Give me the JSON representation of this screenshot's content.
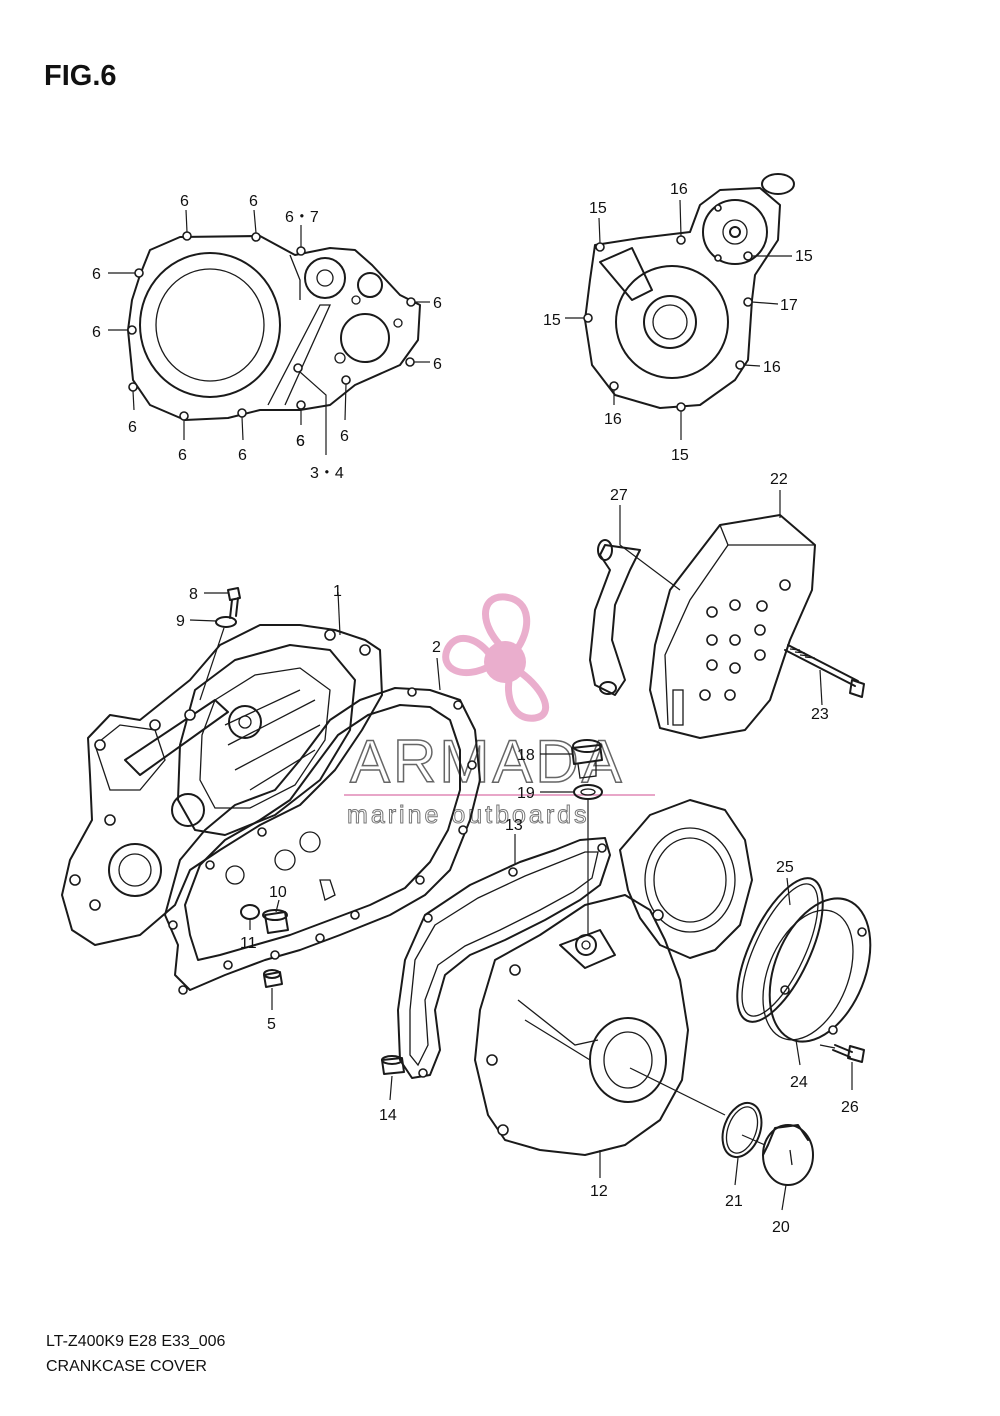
{
  "figure_title": "FIG.6",
  "model_code": "LT-Z400K9 E28 E33_006",
  "section_name": "CRANKCASE COVER",
  "watermark": {
    "brand": "ARMADA",
    "tagline": "marine outboards",
    "color": "#e8a6c8"
  },
  "callouts": [
    {
      "id": "c1",
      "text": "6"
    },
    {
      "id": "c2",
      "text": "6"
    },
    {
      "id": "c3",
      "text": "6・7"
    },
    {
      "id": "c4",
      "text": "6"
    },
    {
      "id": "c5",
      "text": "6"
    },
    {
      "id": "c6",
      "text": "6"
    },
    {
      "id": "c7",
      "text": "6"
    },
    {
      "id": "c8",
      "text": "6"
    },
    {
      "id": "c9",
      "text": "6"
    },
    {
      "id": "c10",
      "text": "6"
    },
    {
      "id": "c11",
      "text": "6"
    },
    {
      "id": "c12",
      "text": "6"
    },
    {
      "id": "c13",
      "text": "6"
    },
    {
      "id": "c14",
      "text": "3・4"
    },
    {
      "id": "c15",
      "text": "16"
    },
    {
      "id": "c16",
      "text": "15"
    },
    {
      "id": "c17",
      "text": "15"
    },
    {
      "id": "c18",
      "text": "15"
    },
    {
      "id": "c19",
      "text": "17"
    },
    {
      "id": "c20",
      "text": "16"
    },
    {
      "id": "c21",
      "text": "16"
    },
    {
      "id": "c22",
      "text": "15"
    },
    {
      "id": "c23",
      "text": "27"
    },
    {
      "id": "c24",
      "text": "22"
    },
    {
      "id": "c25",
      "text": "23"
    },
    {
      "id": "c26",
      "text": "8"
    },
    {
      "id": "c27",
      "text": "9"
    },
    {
      "id": "c28",
      "text": "1"
    },
    {
      "id": "c29",
      "text": "2"
    },
    {
      "id": "c30",
      "text": "18"
    },
    {
      "id": "c31",
      "text": "19"
    },
    {
      "id": "c32",
      "text": "13"
    },
    {
      "id": "c33",
      "text": "10"
    },
    {
      "id": "c34",
      "text": "11"
    },
    {
      "id": "c35",
      "text": "5"
    },
    {
      "id": "c36",
      "text": "14"
    },
    {
      "id": "c37",
      "text": "25"
    },
    {
      "id": "c38",
      "text": "24"
    },
    {
      "id": "c39",
      "text": "26"
    },
    {
      "id": "c40",
      "text": "12"
    },
    {
      "id": "c41",
      "text": "21"
    },
    {
      "id": "c42",
      "text": "20"
    }
  ]
}
